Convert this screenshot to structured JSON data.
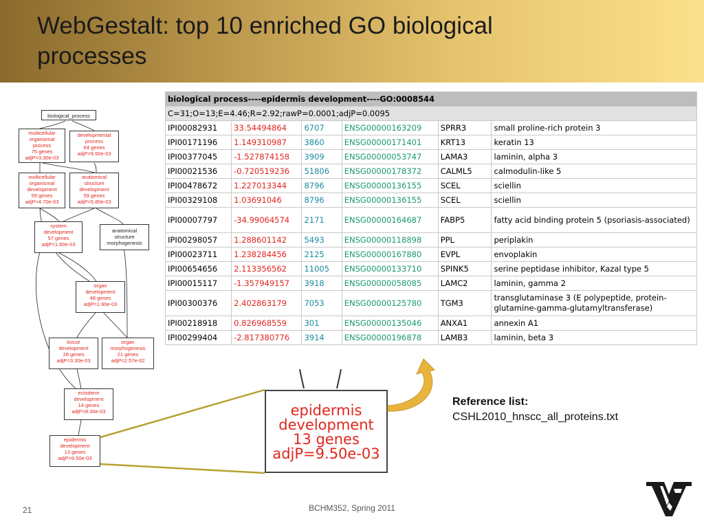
{
  "slide": {
    "title_line1": "WebGestalt: top 10 enriched GO biological",
    "title_line2": "processes",
    "footer": "BCHM352, Spring 2011",
    "page_number": "21"
  },
  "reference": {
    "label": "Reference list:",
    "value": "CSHL2010_hnscc_all_proteins.txt"
  },
  "tree": {
    "root": "biological_process",
    "n1": [
      "multicellular",
      "organismal",
      "process",
      "75 genes",
      "adjP=3.30e-03"
    ],
    "n2": [
      "developmental",
      "process",
      "64 genes",
      "adjP=9.50e-03"
    ],
    "n3": [
      "multicellular",
      "organismal",
      "development",
      "59 genes",
      "adjP=4.70e-03"
    ],
    "n4": [
      "anatomical",
      "structure",
      "development",
      "59 genes",
      "adjP=5.80e-03"
    ],
    "n5": [
      "system",
      "development",
      "57 genes",
      "adjP=1.60e-03"
    ],
    "n6": [
      "anatomical",
      "structure",
      "morphogenesis"
    ],
    "n7": [
      "organ",
      "development",
      "48 genes",
      "adjP=1.90e-03"
    ],
    "n8": [
      "tissue",
      "development",
      "28 genes",
      "adjP=3.30e-03"
    ],
    "n9": [
      "organ",
      "morphogenesis",
      "21 genes",
      "adjP=2.57e-02"
    ],
    "n10": [
      "ectoderm",
      "development",
      "14 genes",
      "adjP=8.30e-03"
    ],
    "n11": [
      "epidermis",
      "development",
      "13 genes",
      "adjP=9.50e-03"
    ]
  },
  "zoom": [
    "epidermis",
    "development",
    "13 genes",
    "adjP=9.50e-03"
  ],
  "table": {
    "header": "biological process----epidermis development----GO:0008544",
    "stats": "C=31;O=13;E=4.46;R=2.92;rawP=0.0001;adjP=0.0095",
    "rows": [
      [
        "IPI00082931",
        "33.54494864",
        "6707",
        "ENSG00000163209",
        "SPRR3",
        "small proline-rich protein 3"
      ],
      [
        "IPI00171196",
        "1.149310987",
        "3860",
        "ENSG00000171401",
        "KRT13",
        "keratin 13"
      ],
      [
        "IPI00377045",
        "-1.527874158",
        "3909",
        "ENSG00000053747",
        "LAMA3",
        "laminin, alpha 3"
      ],
      [
        "IPI00021536",
        "-0.720519236",
        "51806",
        "ENSG00000178372",
        "CALML5",
        "calmodulin-like 5"
      ],
      [
        "IPI00478672",
        "1.227013344",
        "8796",
        "ENSG00000136155",
        "SCEL",
        "sciellin"
      ],
      [
        "IPI00329108",
        "1.03691046",
        "8796",
        "ENSG00000136155",
        "SCEL",
        "sciellin"
      ],
      [
        "IPI00007797",
        "-34.99064574",
        "2171",
        "ENSG00000164687",
        "FABP5",
        "fatty acid binding protein 5 (psoriasis-associated)"
      ],
      [
        "IPI00298057",
        "1.288601142",
        "5493",
        "ENSG00000118898",
        "PPL",
        "periplakin"
      ],
      [
        "IPI00023711",
        "1.238284456",
        "2125",
        "ENSG00000167880",
        "EVPL",
        "envoplakin"
      ],
      [
        "IPI00654656",
        "2.113356562",
        "11005",
        "ENSG00000133710",
        "SPINK5",
        "serine peptidase inhibitor, Kazal type 5"
      ],
      [
        "IPI00015117",
        "-1.357949157",
        "3918",
        "ENSG00000058085",
        "LAMC2",
        "laminin, gamma 2"
      ],
      [
        "IPI00300376",
        "2.402863179",
        "7053",
        "ENSG00000125780",
        "TGM3",
        "transglutaminase 3 (E polypeptide, protein-glutamine-gamma-glutamyltransferase)"
      ],
      [
        "IPI00218918",
        "0.826968559",
        "301",
        "ENSG00000135046",
        "ANXA1",
        "annexin A1"
      ],
      [
        "IPI00299404",
        "-2.817380776",
        "3914",
        "ENSG00000196878",
        "LAMB3",
        "laminin, beta 3"
      ]
    ]
  },
  "colors": {
    "header_gold": "#e6c46e",
    "node_red": "#e0261d",
    "arrow_gold": "#e8b43c",
    "connector_olive": "#b8a030"
  }
}
